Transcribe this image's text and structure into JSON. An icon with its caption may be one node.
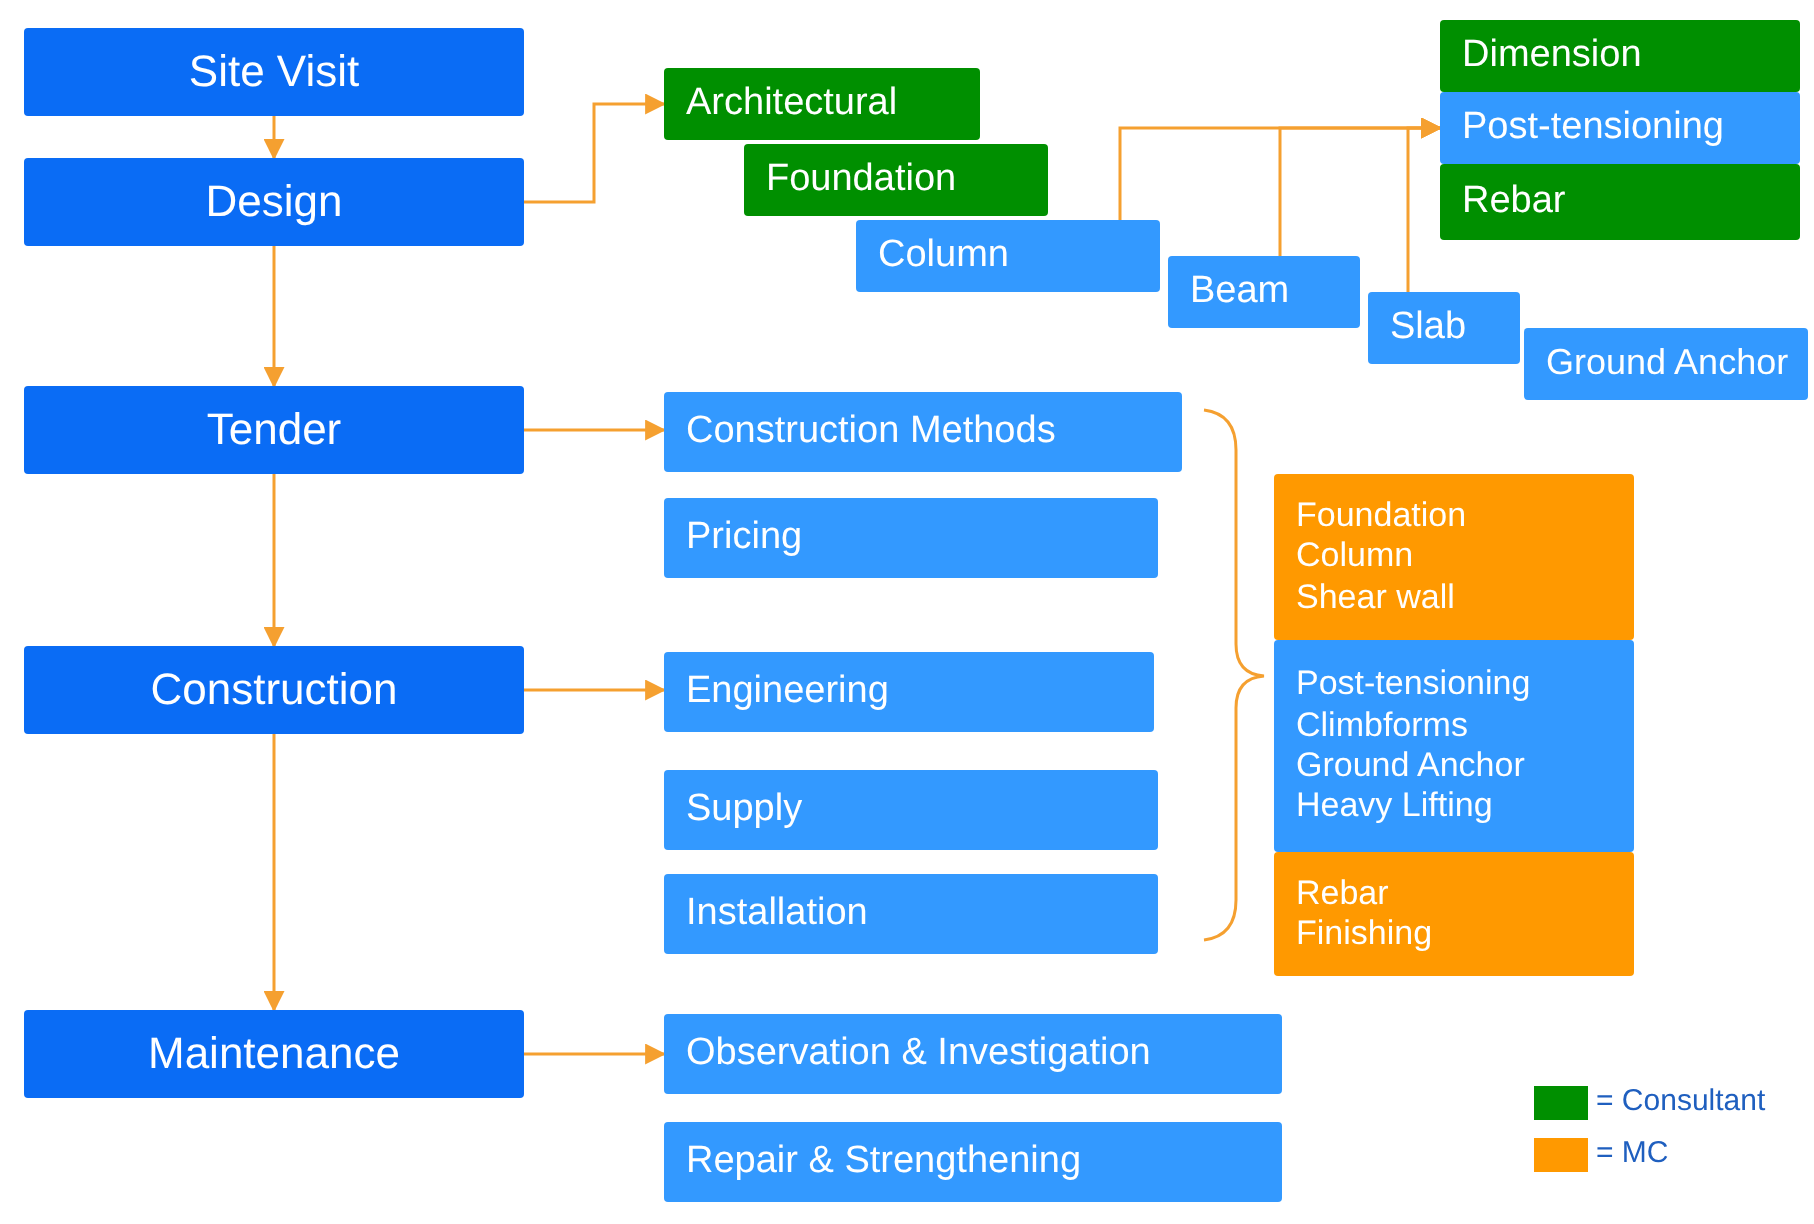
{
  "diagram": {
    "nodes": [
      {
        "text": [
          "Site Visit"
        ]
      },
      {
        "text": [
          "Design"
        ]
      },
      {
        "text": [
          "Architectural"
        ]
      },
      {
        "text": [
          "Foundation"
        ]
      },
      {
        "text": [
          "Column"
        ]
      },
      {
        "text": [
          "Beam"
        ]
      },
      {
        "text": [
          "Slab"
        ]
      },
      {
        "text": [
          "Ground Anchor"
        ]
      },
      {
        "text": [
          "Dimension"
        ]
      },
      {
        "text": [
          "Post-tensioning"
        ]
      },
      {
        "text": [
          "Rebar"
        ]
      },
      {
        "text": [
          "Tender"
        ]
      },
      {
        "text": [
          "Construction Methods"
        ]
      },
      {
        "text": [
          "Pricing"
        ]
      },
      {
        "text": [
          "Construction"
        ]
      },
      {
        "text": [
          "Engineering"
        ]
      },
      {
        "text": [
          "Supply"
        ]
      },
      {
        "text": [
          "Installation"
        ]
      },
      {
        "text": [
          "Foundation",
          "Column",
          "Shear wall"
        ]
      },
      {
        "text": [
          "Post-tensioning",
          "Climbforms",
          "Ground Anchor",
          "Heavy Lifting"
        ]
      },
      {
        "text": [
          "Rebar",
          "Finishing"
        ]
      },
      {
        "text": [
          "Maintenance"
        ]
      },
      {
        "text": [
          "Observation & Investigation"
        ]
      },
      {
        "text": [
          "Repair & Strengthening"
        ]
      }
    ],
    "edges": [
      {
        "from": 0,
        "to": 1,
        "arrow": "to"
      },
      {
        "from": 1,
        "to": 11,
        "arrow": "to"
      },
      {
        "from": 11,
        "to": 14,
        "arrow": "to"
      },
      {
        "from": 14,
        "to": 21,
        "arrow": "to"
      },
      {
        "from": 1,
        "to": 2,
        "arrow": "to"
      },
      {
        "from": 4,
        "to": 9,
        "arrow": "to"
      },
      {
        "from": 5,
        "to": 9,
        "arrow": "to"
      },
      {
        "from": 6,
        "to": 9,
        "arrow": "to"
      },
      {
        "from": 11,
        "to": 12,
        "arrow": "to"
      },
      {
        "from": 14,
        "to": 15,
        "arrow": "to"
      },
      {
        "from": 21,
        "to": 22,
        "arrow": "to"
      }
    ],
    "legend": [
      {
        "text": "= Consultant",
        "color": "#008f00"
      },
      {
        "text": "= MC",
        "color": "#ff9900"
      }
    ]
  }
}
